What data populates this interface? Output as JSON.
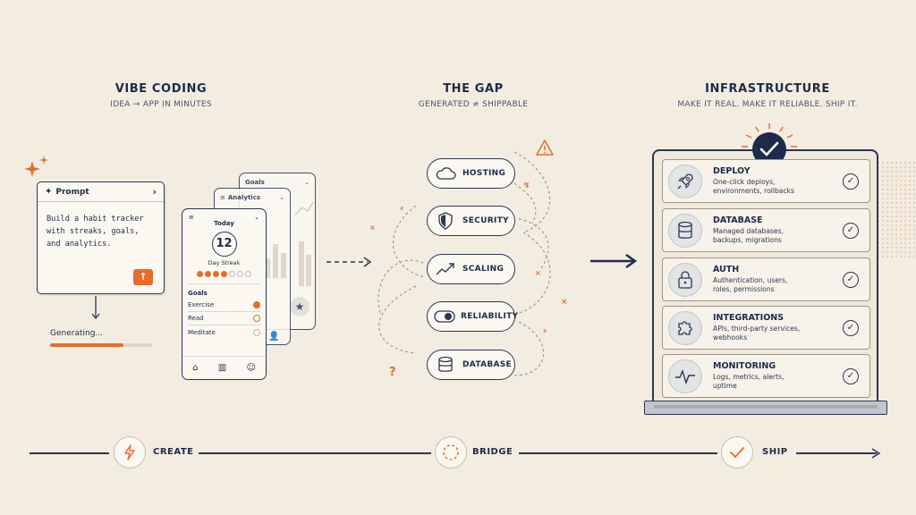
{
  "columns": {
    "vibe": {
      "title": "VIBE CODING",
      "subtitle": "IDEA → APP IN MINUTES"
    },
    "gap": {
      "title": "THE GAP",
      "subtitle": "GENERATED ≠ SHIPPABLE"
    },
    "infra": {
      "title": "INFRASTRUCTURE",
      "subtitle": "MAKE IT REAL. MAKE IT RELIABLE. SHIP IT."
    }
  },
  "prompt": {
    "header": "Prompt",
    "lines": [
      "Build a habit tracker",
      "with streaks, goals,",
      "and analytics."
    ],
    "generating": "Generating...",
    "progress": 0.72
  },
  "phones": {
    "front": {
      "title": "Today",
      "streak": "12",
      "streak_label": "Day Streak",
      "streak_days_done": 4,
      "goals_header": "Goals",
      "goals": [
        {
          "name": "Exercise",
          "state": "done"
        },
        {
          "name": "Read",
          "state": "partial"
        },
        {
          "name": "Meditate",
          "state": "empty"
        }
      ]
    },
    "middle": {
      "title": "Analytics"
    },
    "back": {
      "title": "Goals"
    }
  },
  "gap_items": [
    "HOSTING",
    "SECURITY",
    "SCALING",
    "RELIABILITY",
    "DATABASE"
  ],
  "services": [
    {
      "name": "DEPLOY",
      "desc": [
        "One-click deploys,",
        "environments, rollbacks"
      ],
      "icon": "rocket-icon"
    },
    {
      "name": "DATABASE",
      "desc": [
        "Managed databases,",
        "backups, migrations"
      ],
      "icon": "database-icon"
    },
    {
      "name": "AUTH",
      "desc": [
        "Authentication, users,",
        "roles, permissions"
      ],
      "icon": "lock-icon"
    },
    {
      "name": "INTEGRATIONS",
      "desc": [
        "APIs, third-party services,",
        "webhooks"
      ],
      "icon": "puzzle-icon"
    },
    {
      "name": "MONITORING",
      "desc": [
        "Logs, metrics, alerts,",
        "uptime"
      ],
      "icon": "pulse-icon"
    }
  ],
  "timeline": {
    "create": "CREATE",
    "bridge": "BRIDGE",
    "ship": "SHIP"
  },
  "colors": {
    "accent": "#e96b2a",
    "navy": "#1d2a4a",
    "background": "#f3ece0"
  }
}
